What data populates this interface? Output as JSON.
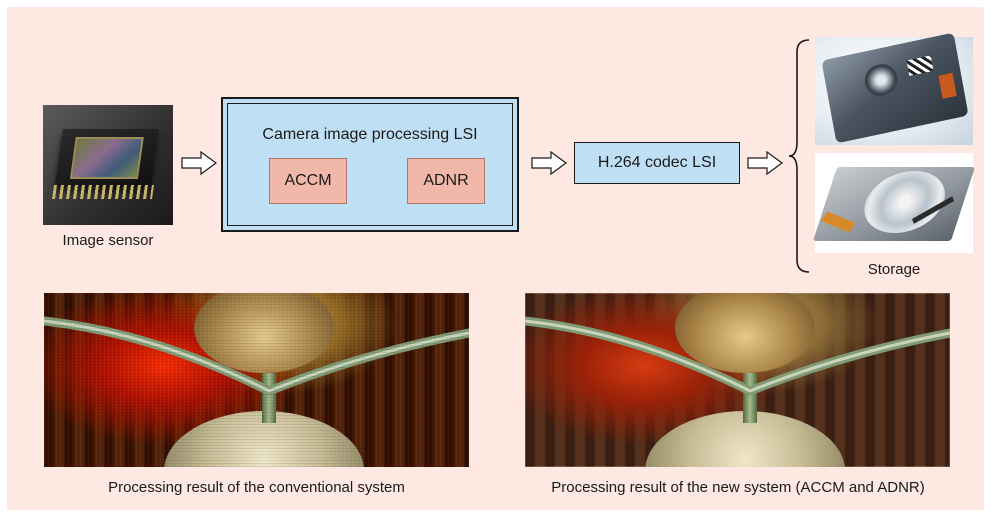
{
  "diagram": {
    "image_sensor_label": "Image sensor",
    "camera_lsi_title": "Camera image processing LSI",
    "accm_label": "ACCM",
    "adnr_label": "ADNR",
    "codec_label": "H.264 codec LSI",
    "storage_label": "Storage"
  },
  "results": {
    "conventional_caption": "Processing result of the conventional system",
    "new_caption": "Processing result of the new system (ACCM and ADNR)"
  },
  "colors": {
    "panel_background": "#fde9e1",
    "lsi_block_fill": "#bfe0f4",
    "sub_block_fill": "#f1b7a9"
  }
}
